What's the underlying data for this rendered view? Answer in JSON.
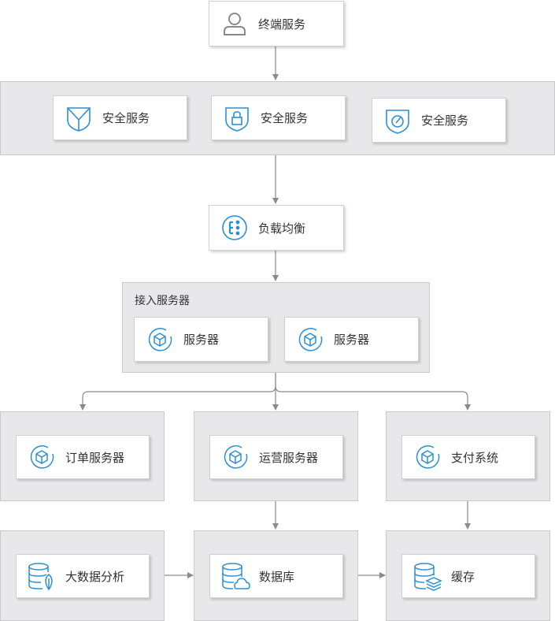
{
  "colors": {
    "icon": "#2b8fd6",
    "icon_gray": "#8a8a8a",
    "layer_bg": "#e8e8ea",
    "line": "#8a8a8a"
  },
  "client": {
    "label": "终端服务",
    "icon": "user-icon"
  },
  "security": [
    {
      "label": "安全服务",
      "icon": "shield-v-icon"
    },
    {
      "label": "安全服务",
      "icon": "shield-lock-icon"
    },
    {
      "label": "安全服务",
      "icon": "shield-check-icon"
    }
  ],
  "loadbalancer": {
    "label": "负载均衡",
    "icon": "load-balancer-icon"
  },
  "access": {
    "title": "接入服务器",
    "servers": [
      {
        "label": "服务器",
        "icon": "server-cube-icon"
      },
      {
        "label": "服务器",
        "icon": "server-cube-icon"
      }
    ]
  },
  "services": [
    {
      "label": "订单服务器",
      "icon": "server-cube-icon"
    },
    {
      "label": "运营服务器",
      "icon": "server-cube-icon"
    },
    {
      "label": "支付系统",
      "icon": "server-cube-icon"
    }
  ],
  "data_layer": [
    {
      "label": "大数据分析",
      "icon": "database-leaf-icon"
    },
    {
      "label": "数据库",
      "icon": "database-cloud-icon"
    },
    {
      "label": "缓存",
      "icon": "database-layers-icon"
    }
  ]
}
